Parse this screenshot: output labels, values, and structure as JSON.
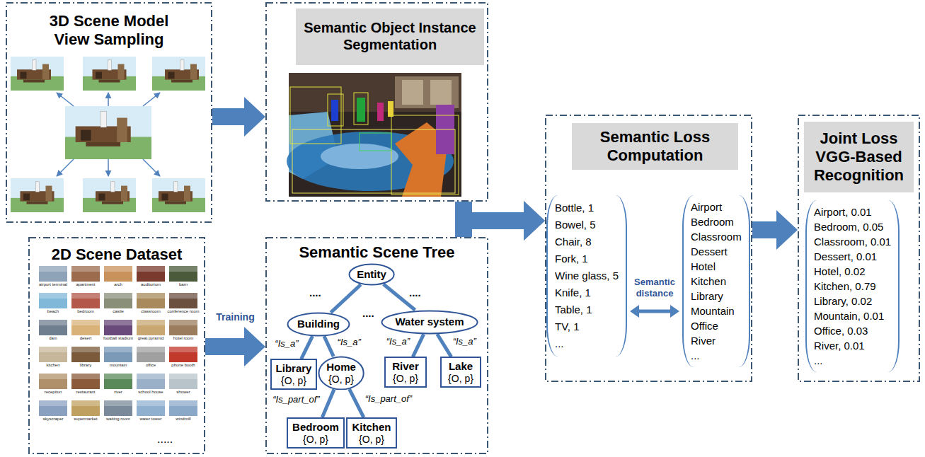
{
  "diagram": {
    "nodes": [
      {
        "text": [
          "3D Scene Model View Sampling"
        ]
      },
      {
        "text": [
          "Semantic Object Instance Segmentation"
        ]
      },
      {
        "text": [
          "Semantic Loss Computation"
        ]
      },
      {
        "text": [
          "Bottle, 1",
          "Bowel, 5",
          "Chair, 8",
          "Fork, 1",
          "Wine glass, 5",
          "Knife, 1",
          "Table, 1",
          "TV, 1",
          "..."
        ],
        "in": 2
      },
      {
        "text": [
          "Airport",
          "Bedroom",
          "Classroom",
          "Dessert",
          "Hotel",
          "Kitchen",
          "Library",
          "Mountain",
          "Office",
          "River",
          "..."
        ],
        "in": 2
      },
      {
        "text": [
          "Joint Loss VGG-Based Recognition"
        ]
      },
      {
        "text": [
          "Airport, 0.01",
          "Bedroom, 0.05",
          "Classroom, 0.01",
          "Dessert, 0.01",
          "Hotel, 0.02",
          "Kitchen, 0.79",
          "Library, 0.02",
          "Mountain, 0.01",
          "Office, 0.03",
          "River, 0.01",
          "..."
        ],
        "in": 5
      },
      {
        "text": [
          "2D Scene Dataset"
        ]
      },
      {
        "text": [
          "Semantic Scene Tree"
        ]
      },
      {
        "text": [
          "Entity"
        ],
        "in": 8
      },
      {
        "text": [
          "Building"
        ],
        "in": 8
      },
      {
        "text": [
          "Water system"
        ],
        "in": 8
      },
      {
        "text": [
          "Library",
          "{O, p}"
        ],
        "in": 8
      },
      {
        "text": [
          "Home",
          "{O, p}"
        ],
        "in": 8
      },
      {
        "text": [
          "River",
          "{O, p}"
        ],
        "in": 8
      },
      {
        "text": [
          "Lake",
          "{O, p}"
        ],
        "in": 8
      },
      {
        "text": [
          "Bedroom",
          "{O, p}"
        ],
        "in": 8
      },
      {
        "text": [
          "Kitchen",
          "{O, p}"
        ],
        "in": 8
      }
    ],
    "edges": [
      {
        "from": 0,
        "to": 1,
        "arrow": "to"
      },
      {
        "from": 1,
        "to": 2,
        "arrow": "to"
      },
      {
        "from": 8,
        "to": 2,
        "arrow": "to"
      },
      {
        "from": 2,
        "to": 5,
        "arrow": "to"
      },
      {
        "from": 3,
        "to": 4,
        "label": "Semantic distance",
        "arrow": "both"
      },
      {
        "from": 7,
        "to": 8,
        "label": "Training",
        "arrow": "to"
      },
      {
        "from": 9,
        "to": 10,
        "arrow": "none"
      },
      {
        "from": 9,
        "to": 11,
        "arrow": "none"
      },
      {
        "from": 10,
        "to": 12,
        "label": "“Is_a”",
        "arrow": "none"
      },
      {
        "from": 10,
        "to": 13,
        "label": "“Is_a”",
        "arrow": "none"
      },
      {
        "from": 11,
        "to": 14,
        "label": "“Is_a”",
        "arrow": "none"
      },
      {
        "from": 11,
        "to": 15,
        "label": "“Is_a”",
        "arrow": "none"
      },
      {
        "from": 13,
        "to": 16,
        "label": "“Is_part_of”",
        "arrow": "none"
      },
      {
        "from": 13,
        "to": 17,
        "label": "“Is_part_of”",
        "arrow": "none"
      }
    ],
    "labels": [
      "airport terminal",
      "apartment",
      "arch",
      "auditorium",
      "barn",
      "beach",
      "bedroom",
      "castle",
      "classroom",
      "conference room",
      "dam",
      "desert",
      "football stadium",
      "great pyramid",
      "hotel room",
      "kitchen",
      "library",
      "mountain",
      "office",
      "phone booth",
      "reception",
      "restaurant",
      "river",
      "school house",
      "shower",
      "skyscraper",
      "supermarket",
      "waiting room",
      "water tower",
      "windmill",
      ".....",
      "....",
      "....",
      "...."
    ]
  }
}
